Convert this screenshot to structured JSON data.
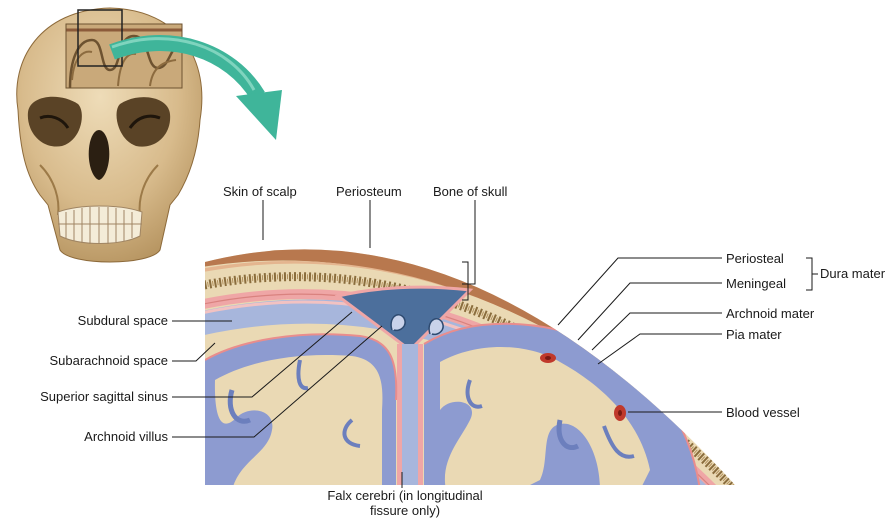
{
  "labels": {
    "skin_of_scalp": "Skin of scalp",
    "periosteum": "Periosteum",
    "bone_of_skull": "Bone of skull",
    "periosteal": "Periosteal",
    "meningeal": "Meningeal",
    "dura_mater": "Dura mater",
    "arachnoid_mater": "Archnoid mater",
    "pia_mater": "Pia mater",
    "blood_vessel": "Blood vessel",
    "subdural_space": "Subdural space",
    "subarachnoid_space": "Subarachnoid space",
    "superior_sagittal_sinus": "Superior sagittal sinus",
    "arachnoid_villus": "Archnoid villus",
    "falx_cerebri_line1": "Falx cerebri (in longitudinal",
    "falx_cerebri_line2": "fissure only)"
  },
  "colors": {
    "scalp": "#b8784e",
    "bone": "#ead9b4",
    "bone_spongy": "#8a6d3d",
    "dura": "#efa6a6",
    "sinus": "#4c6f9c",
    "subarachnoid": "#a7b6dc",
    "cortex": "#8d9bd0",
    "white_matter": "#ead9b4",
    "arrow": "#3fb59a",
    "vessel": "#c0392b"
  },
  "icons": [
    "skull-illustration",
    "teal-curved-arrow",
    "brain-cross-section"
  ]
}
